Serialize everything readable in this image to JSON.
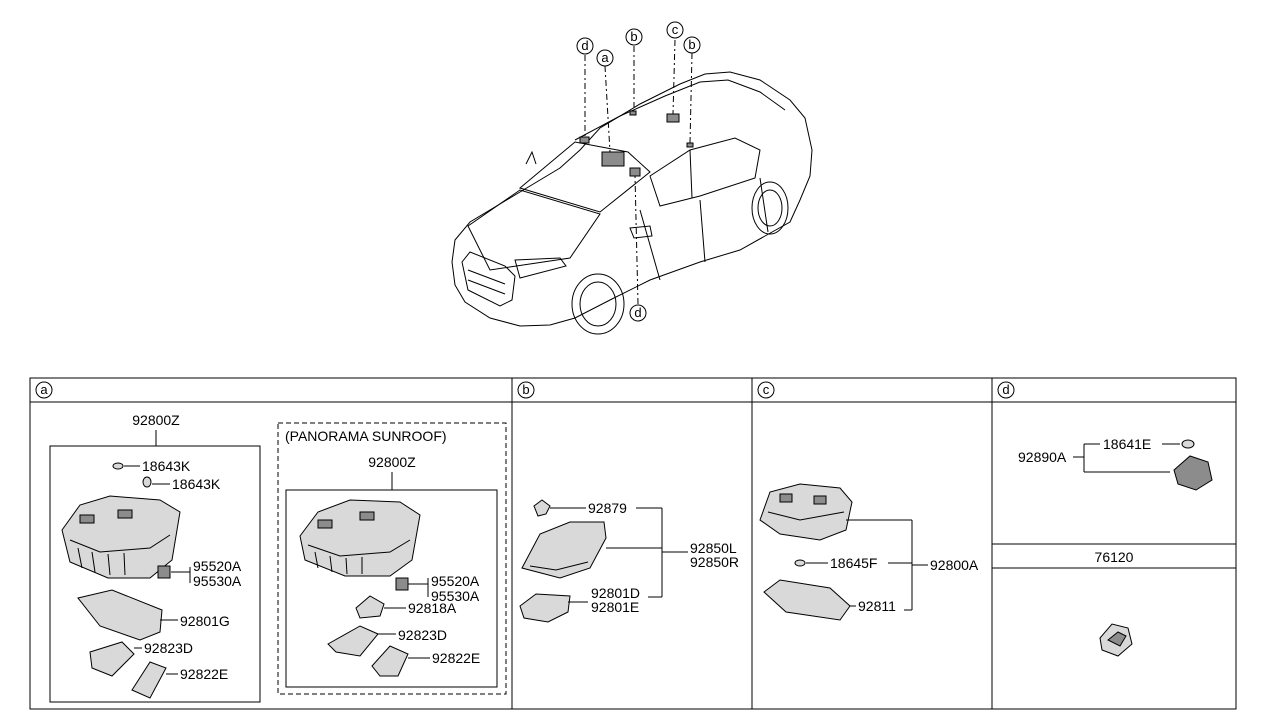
{
  "callouts": {
    "a": "a",
    "b": "b",
    "c": "c",
    "d": "d"
  },
  "sections": {
    "a": "a",
    "b": "b",
    "c": "c",
    "d": "d"
  },
  "section_a": {
    "standard": {
      "assembly": "92800Z",
      "bulb1": "18643K",
      "bulb2": "18643K",
      "switch1": "95520A",
      "switch2": "95530A",
      "lens": "92801G",
      "cover1": "92823D",
      "cover2": "92822E"
    },
    "panorama": {
      "label": "(PANORAMA SUNROOF)",
      "assembly": "92800Z",
      "switch1": "95520A",
      "switch2": "95530A",
      "bracket": "92818A",
      "cover1": "92823D",
      "cover2": "92822E"
    }
  },
  "section_b": {
    "bulb": "92879",
    "lamp_l": "92850L",
    "lamp_r": "92850R",
    "lens_d": "92801D",
    "lens_e": "92801E"
  },
  "section_c": {
    "bulb": "18645F",
    "assembly": "92800A",
    "lens": "92811"
  },
  "section_d": {
    "bulb": "18641E",
    "assembly": "92890A",
    "sub_title": "76120"
  }
}
